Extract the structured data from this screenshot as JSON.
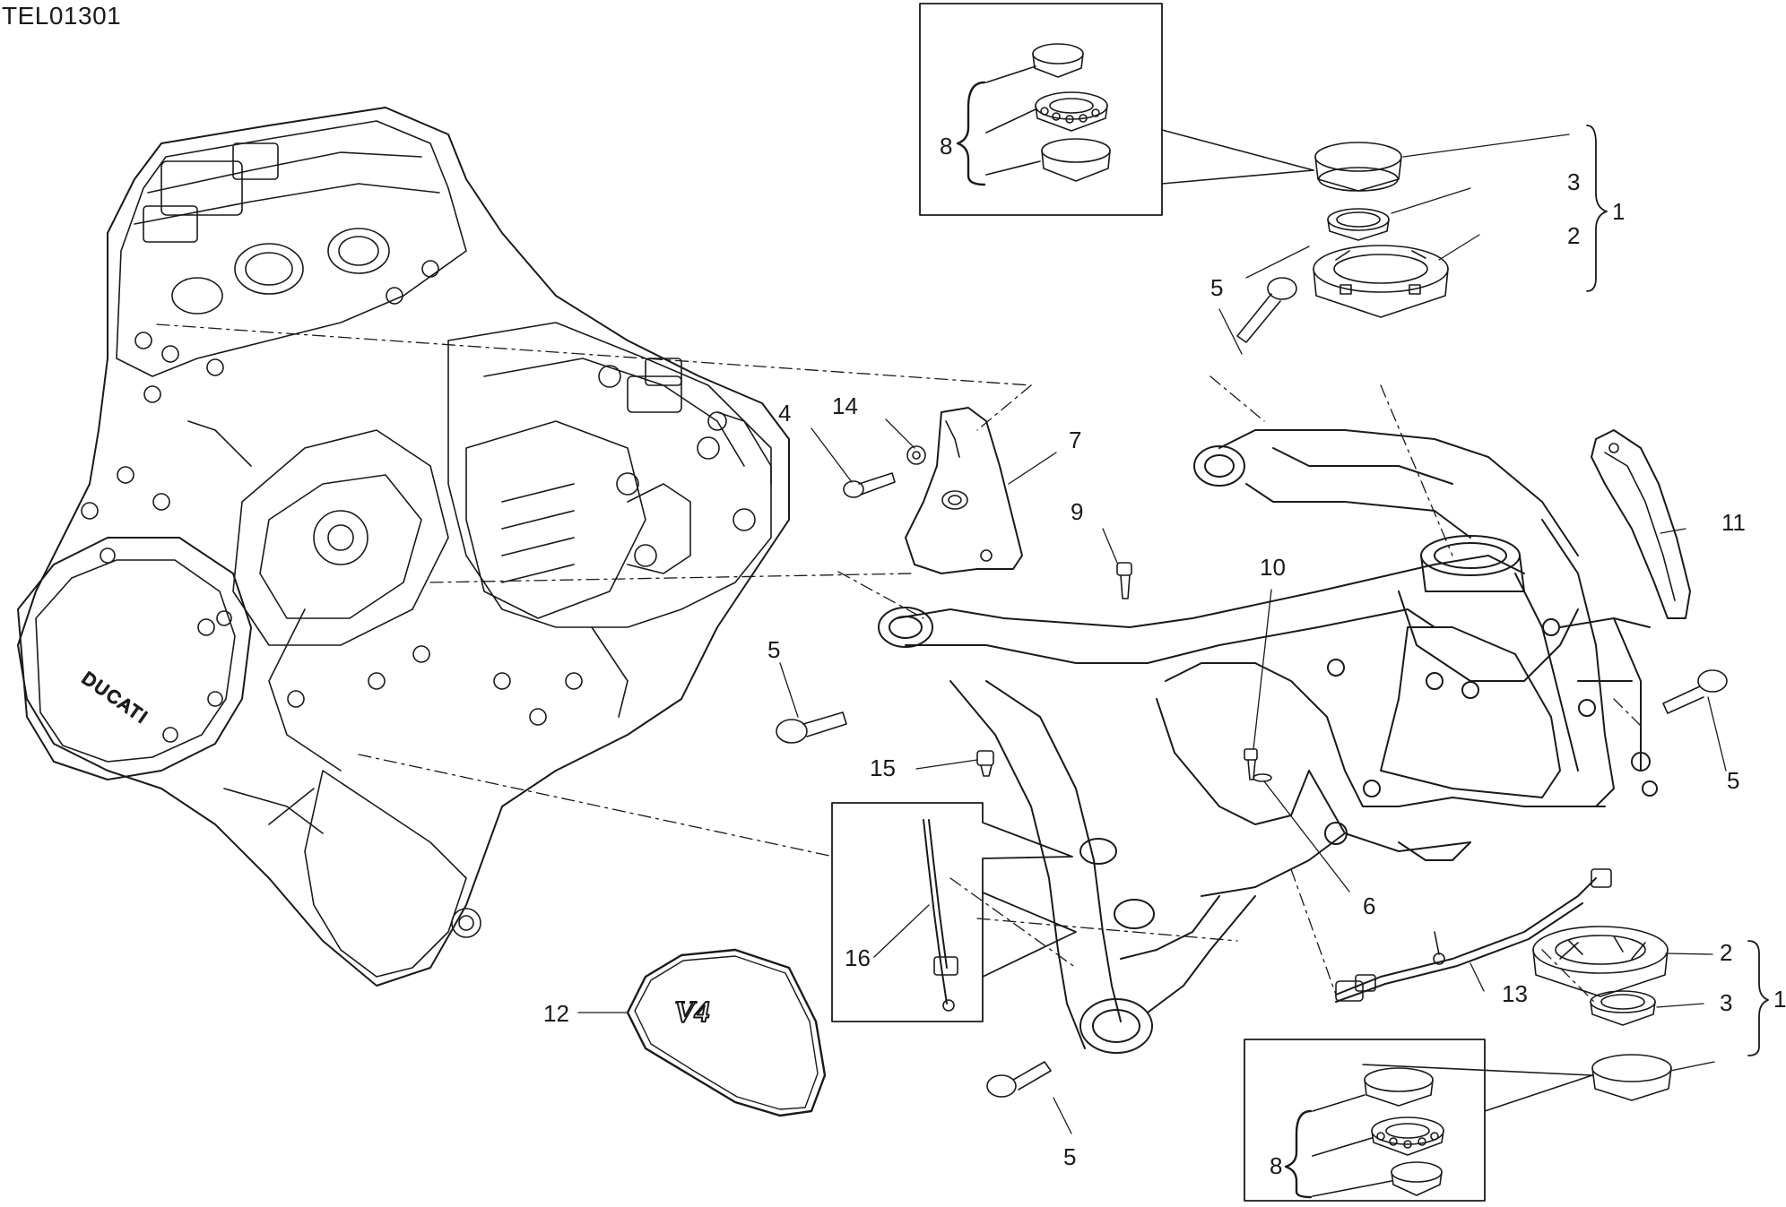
{
  "drawing_code": "TEL01301",
  "colors": {
    "line": "#1a1a1a",
    "fill": "#ffffff"
  },
  "engine_brand": "DUCATI",
  "badge_text": "V4",
  "callouts": {
    "c1_top": "1",
    "c2_top": "2",
    "c3_top": "3",
    "c5_top": "5",
    "c8_top": "8",
    "c4": "4",
    "c14": "14",
    "c7": "7",
    "c9": "9",
    "c10": "10",
    "c11": "11",
    "c5_left": "5",
    "c5_right": "5",
    "c15": "15",
    "c6": "6",
    "c16": "16",
    "c13": "13",
    "c2_bot": "2",
    "c3_bot": "3",
    "c1_bot": "1",
    "c12": "12",
    "c5_bot": "5",
    "c8_bot": "8"
  }
}
